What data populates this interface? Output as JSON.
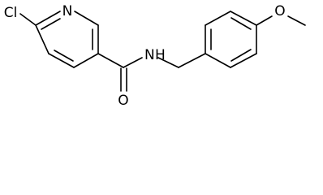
{
  "atoms": {
    "cl": "Cl",
    "n_ring": "N",
    "n_amide": "N",
    "h_amide": "H",
    "o_carbonyl": "O",
    "o_ether": "O"
  },
  "colors": {
    "bond": "#000000",
    "label": "#000000",
    "background": "#ffffff"
  }
}
